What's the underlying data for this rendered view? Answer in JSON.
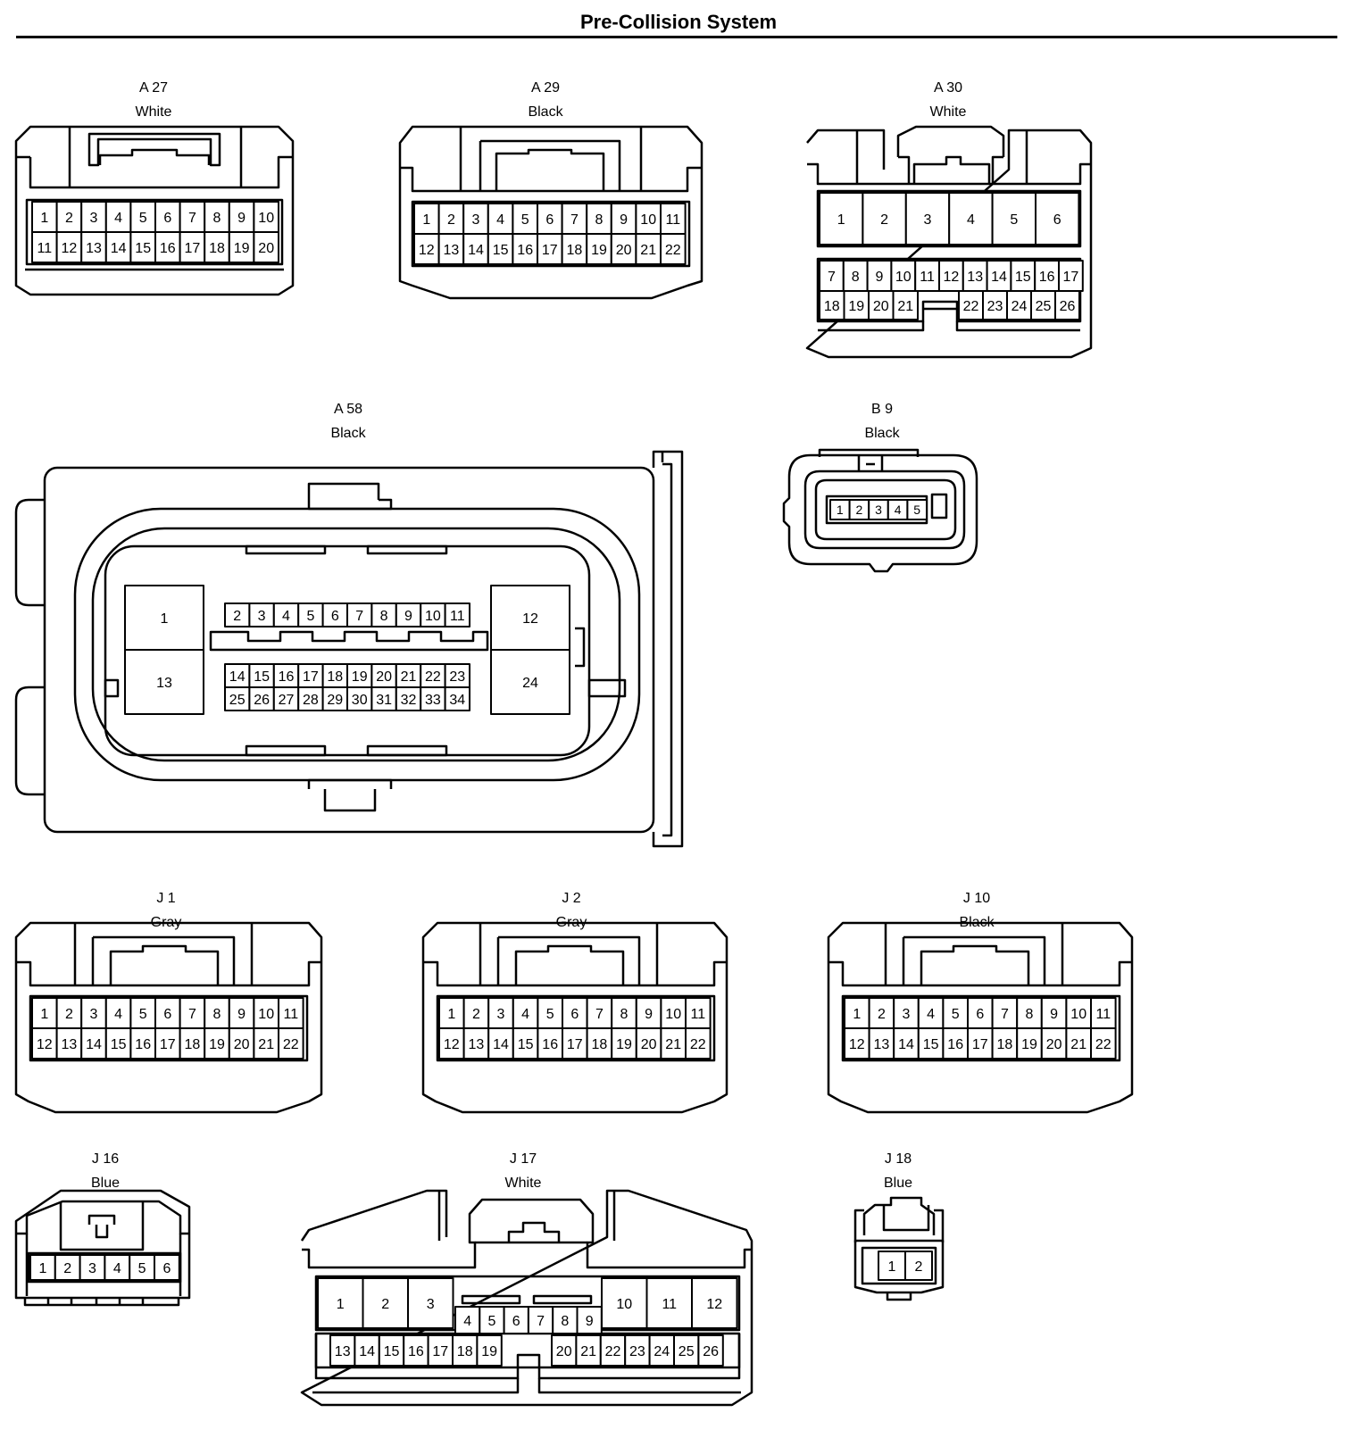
{
  "title": "Pre-Collision System",
  "connectors": [
    {
      "id": "A 27",
      "color": "White"
    },
    {
      "id": "A 29",
      "color": "Black"
    },
    {
      "id": "A 30",
      "color": "White"
    },
    {
      "id": "A 58",
      "color": "Black"
    },
    {
      "id": "B 9",
      "color": "Black"
    },
    {
      "id": "J 1",
      "color": "Gray"
    },
    {
      "id": "J 2",
      "color": "Gray"
    },
    {
      "id": "J 10",
      "color": "Black"
    },
    {
      "id": "J 16",
      "color": "Blue"
    },
    {
      "id": "J 17",
      "color": "White"
    },
    {
      "id": "J 18",
      "color": "Blue"
    }
  ],
  "pins": {
    "A27": [
      [
        "1",
        "2",
        "3",
        "4",
        "5",
        "6",
        "7",
        "8",
        "9",
        "10"
      ],
      [
        "11",
        "12",
        "13",
        "14",
        "15",
        "16",
        "17",
        "18",
        "19",
        "20"
      ]
    ],
    "A29": [
      [
        "1",
        "2",
        "3",
        "4",
        "5",
        "6",
        "7",
        "8",
        "9",
        "10",
        "11"
      ],
      [
        "12",
        "13",
        "14",
        "15",
        "16",
        "17",
        "18",
        "19",
        "20",
        "21",
        "22"
      ]
    ],
    "A30_big": [
      "1",
      "2",
      "3",
      "4",
      "5",
      "6"
    ],
    "A30_row1": [
      "7",
      "8",
      "9",
      "10",
      "11",
      "12",
      "13",
      "14",
      "15",
      "16",
      "17"
    ],
    "A30_row2_left": [
      "18",
      "19",
      "20",
      "21"
    ],
    "A30_row2_right": [
      "22",
      "23",
      "24",
      "25",
      "26"
    ],
    "A58_big_left": [
      "1",
      "13"
    ],
    "A58_big_right": [
      "12",
      "24"
    ],
    "A58_top": [
      "2",
      "3",
      "4",
      "5",
      "6",
      "7",
      "8",
      "9",
      "10",
      "11"
    ],
    "A58_mid": [
      "14",
      "15",
      "16",
      "17",
      "18",
      "19",
      "20",
      "21",
      "22",
      "23"
    ],
    "A58_bot": [
      "25",
      "26",
      "27",
      "28",
      "29",
      "30",
      "31",
      "32",
      "33",
      "34"
    ],
    "B9": [
      "1",
      "2",
      "3",
      "4",
      "5"
    ],
    "J1": [
      [
        "1",
        "2",
        "3",
        "4",
        "5",
        "6",
        "7",
        "8",
        "9",
        "10",
        "11"
      ],
      [
        "12",
        "13",
        "14",
        "15",
        "16",
        "17",
        "18",
        "19",
        "20",
        "21",
        "22"
      ]
    ],
    "J2": [
      [
        "1",
        "2",
        "3",
        "4",
        "5",
        "6",
        "7",
        "8",
        "9",
        "10",
        "11"
      ],
      [
        "12",
        "13",
        "14",
        "15",
        "16",
        "17",
        "18",
        "19",
        "20",
        "21",
        "22"
      ]
    ],
    "J10": [
      [
        "1",
        "2",
        "3",
        "4",
        "5",
        "6",
        "7",
        "8",
        "9",
        "10",
        "11"
      ],
      [
        "12",
        "13",
        "14",
        "15",
        "16",
        "17",
        "18",
        "19",
        "20",
        "21",
        "22"
      ]
    ],
    "J16": [
      "1",
      "2",
      "3",
      "4",
      "5",
      "6"
    ],
    "J17_big_left": [
      "1",
      "2",
      "3"
    ],
    "J17_big_right": [
      "10",
      "11",
      "12"
    ],
    "J17_mid": [
      "4",
      "5",
      "6",
      "7",
      "8",
      "9"
    ],
    "J17_bot_left": [
      "13",
      "14",
      "15",
      "16",
      "17",
      "18",
      "19"
    ],
    "J17_bot_right": [
      "20",
      "21",
      "22",
      "23",
      "24",
      "25",
      "26"
    ],
    "J18": [
      "1",
      "2"
    ]
  }
}
